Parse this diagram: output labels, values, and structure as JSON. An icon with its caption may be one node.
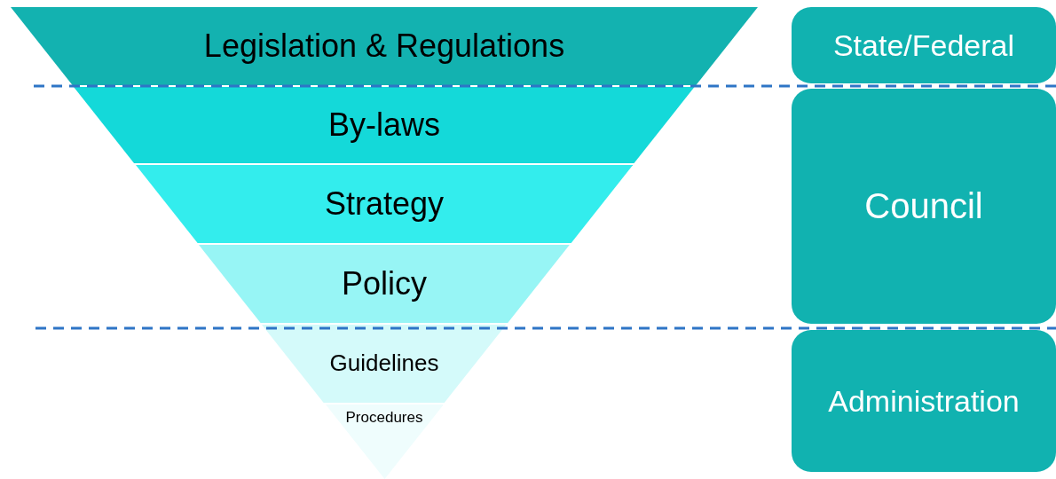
{
  "diagram": {
    "nodes": [
      {
        "text": [
          "Legislation & Regulations"
        ]
      },
      {
        "text": [
          "By-laws"
        ]
      },
      {
        "text": [
          "Strategy"
        ]
      },
      {
        "text": [
          "Policy"
        ]
      },
      {
        "text": [
          "Guidelines"
        ]
      },
      {
        "text": [
          "Procedures"
        ]
      },
      {
        "text": [
          "State/Federal"
        ]
      },
      {
        "text": [
          "Council"
        ]
      },
      {
        "text": [
          "Administration"
        ]
      }
    ]
  }
}
